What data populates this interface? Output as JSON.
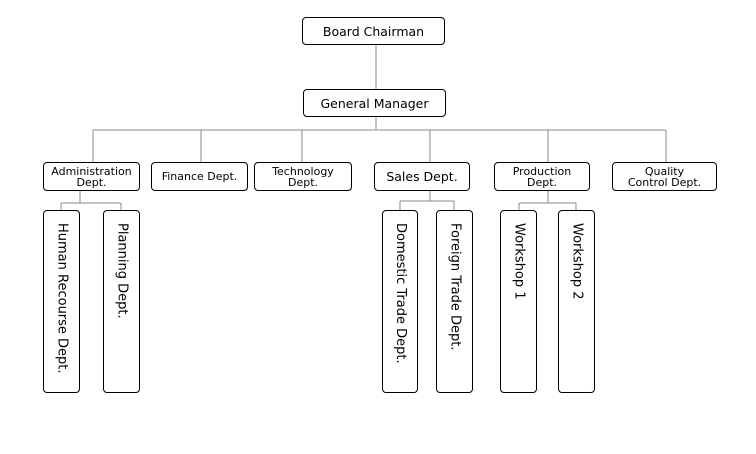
{
  "chairman": "Board Chairman",
  "manager": "General Manager",
  "departments": {
    "administration": "Administration\nDept.",
    "finance": "Finance Dept.",
    "technology": "Technology\nDept.",
    "sales": "Sales Dept.",
    "production": "Production\nDept.",
    "quality": "Quality\nControl Dept."
  },
  "sub_units": {
    "human_resource": "Human Recourse Dept.",
    "planning": "Planning Dept.",
    "domestic_trade": "Domestic Trade Dept.",
    "foreign_trade": "Foreign Trade Dept.",
    "workshop_1": "Workshop 1",
    "workshop_2": "Workshop 2"
  },
  "colors": {
    "line": "#888888",
    "border": "#000000"
  }
}
